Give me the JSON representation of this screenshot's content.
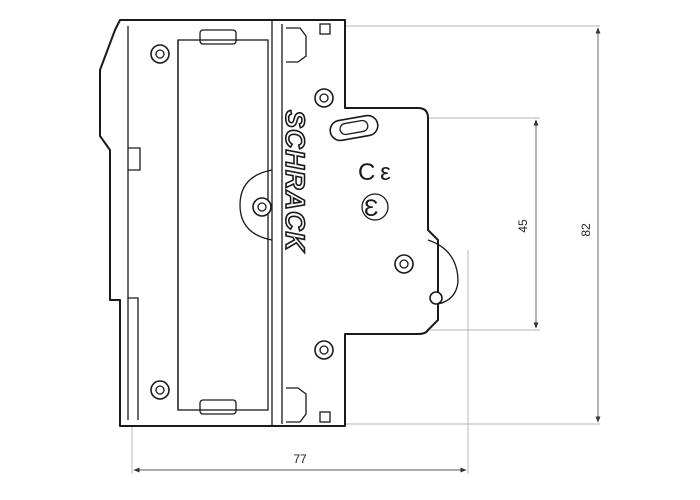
{
  "brand": "SCHRACK",
  "markings": {
    "ce": "C ε",
    "e_mark": "Ɛ"
  },
  "dimensions": {
    "width": "77",
    "height_total": "82",
    "height_front": "45"
  },
  "colors": {
    "line": "#1a1a1a",
    "dimension_line": "#555555",
    "background": "#ffffff"
  }
}
